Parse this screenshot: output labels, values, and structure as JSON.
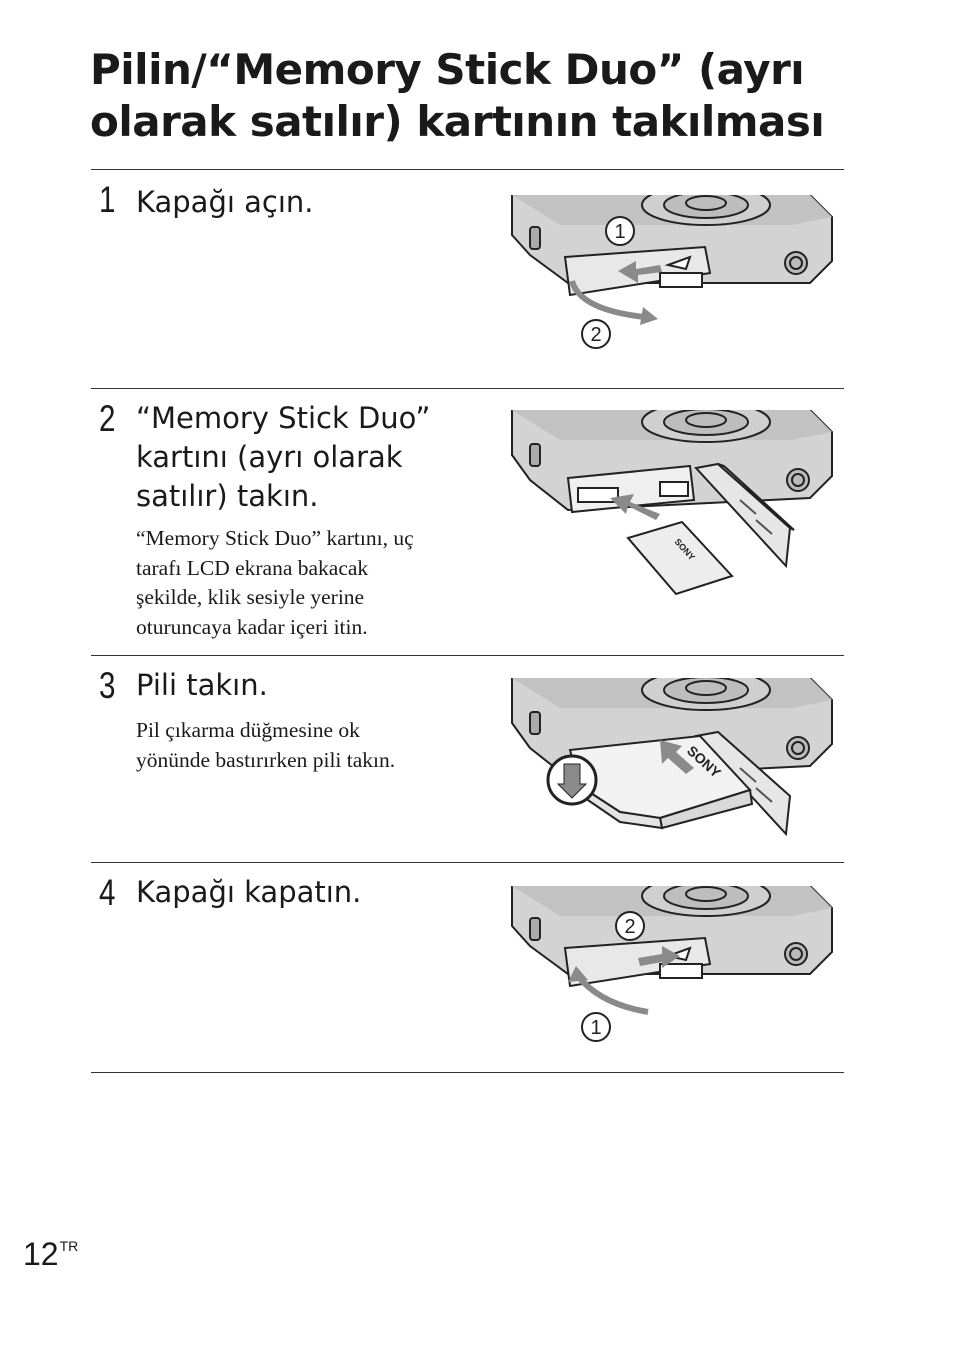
{
  "title": {
    "line1": "Pilin/“Memory Stick Duo” (ayrı",
    "line2": "olarak satılır) kartının takılması"
  },
  "steps": [
    {
      "number": "1",
      "heading_lines": [
        "Kapağı açın."
      ],
      "desc_lines": [],
      "illustration": {
        "callouts": [
          "1",
          "2"
        ],
        "icons": [
          "camera-base",
          "battery-cover",
          "slide-arrow",
          "swing-arrow"
        ]
      }
    },
    {
      "number": "2",
      "heading_lines": [
        "“Memory Stick Duo”",
        "kartını (ayrı olarak",
        "satılır) takın."
      ],
      "desc_lines": [
        "“Memory Stick Duo” kartını, uç",
        "tarafı LCD ekrana bakacak",
        "şekilde, klik sesiyle yerine",
        "oturuncaya kadar içeri itin."
      ],
      "illustration": {
        "card_brand": "SONY",
        "icons": [
          "camera-base",
          "memory-card",
          "insert-arrow",
          "open-cover"
        ]
      }
    },
    {
      "number": "3",
      "heading_lines": [
        "Pili takın."
      ],
      "desc_lines": [
        "Pil çıkarma düğmesine ok",
        "yönünde bastırırken pili takın."
      ],
      "illustration": {
        "battery_brand": "SONY",
        "icons": [
          "camera-base",
          "battery",
          "insert-arrow",
          "eject-lever"
        ]
      }
    },
    {
      "number": "4",
      "heading_lines": [
        "Kapağı kapatın."
      ],
      "desc_lines": [],
      "illustration": {
        "callouts": [
          "1",
          "2"
        ],
        "icons": [
          "camera-base",
          "battery-cover",
          "slide-arrow",
          "swing-arrow"
        ]
      }
    }
  ],
  "footer": {
    "page_number": "12",
    "language_code": "TR"
  }
}
